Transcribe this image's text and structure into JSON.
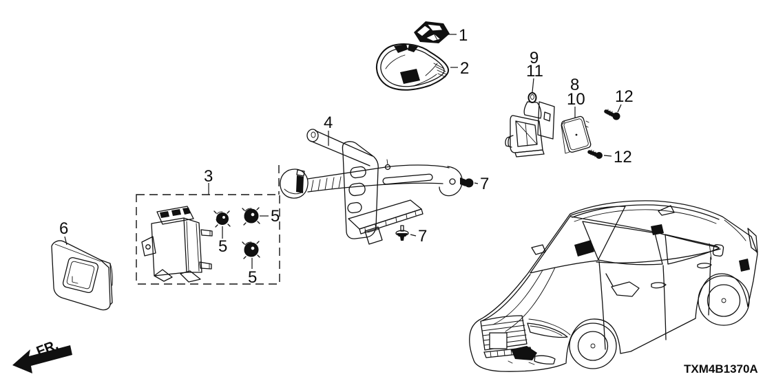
{
  "diagram_code": "TXM4B1370A",
  "direction_indicator": "FR.",
  "callouts": {
    "part1": "1",
    "part2": "2",
    "part3": "3",
    "part4": "4",
    "part5_a": "5",
    "part5_b": "5",
    "part5_c": "5",
    "part6": "6",
    "part7_a": "7",
    "part7_b": "7",
    "part8": "8",
    "part9": "9",
    "part10": "10",
    "part11": "11",
    "part12_a": "12",
    "part12_b": "12"
  },
  "colors": {
    "line": "#101010",
    "background": "#ffffff"
  }
}
